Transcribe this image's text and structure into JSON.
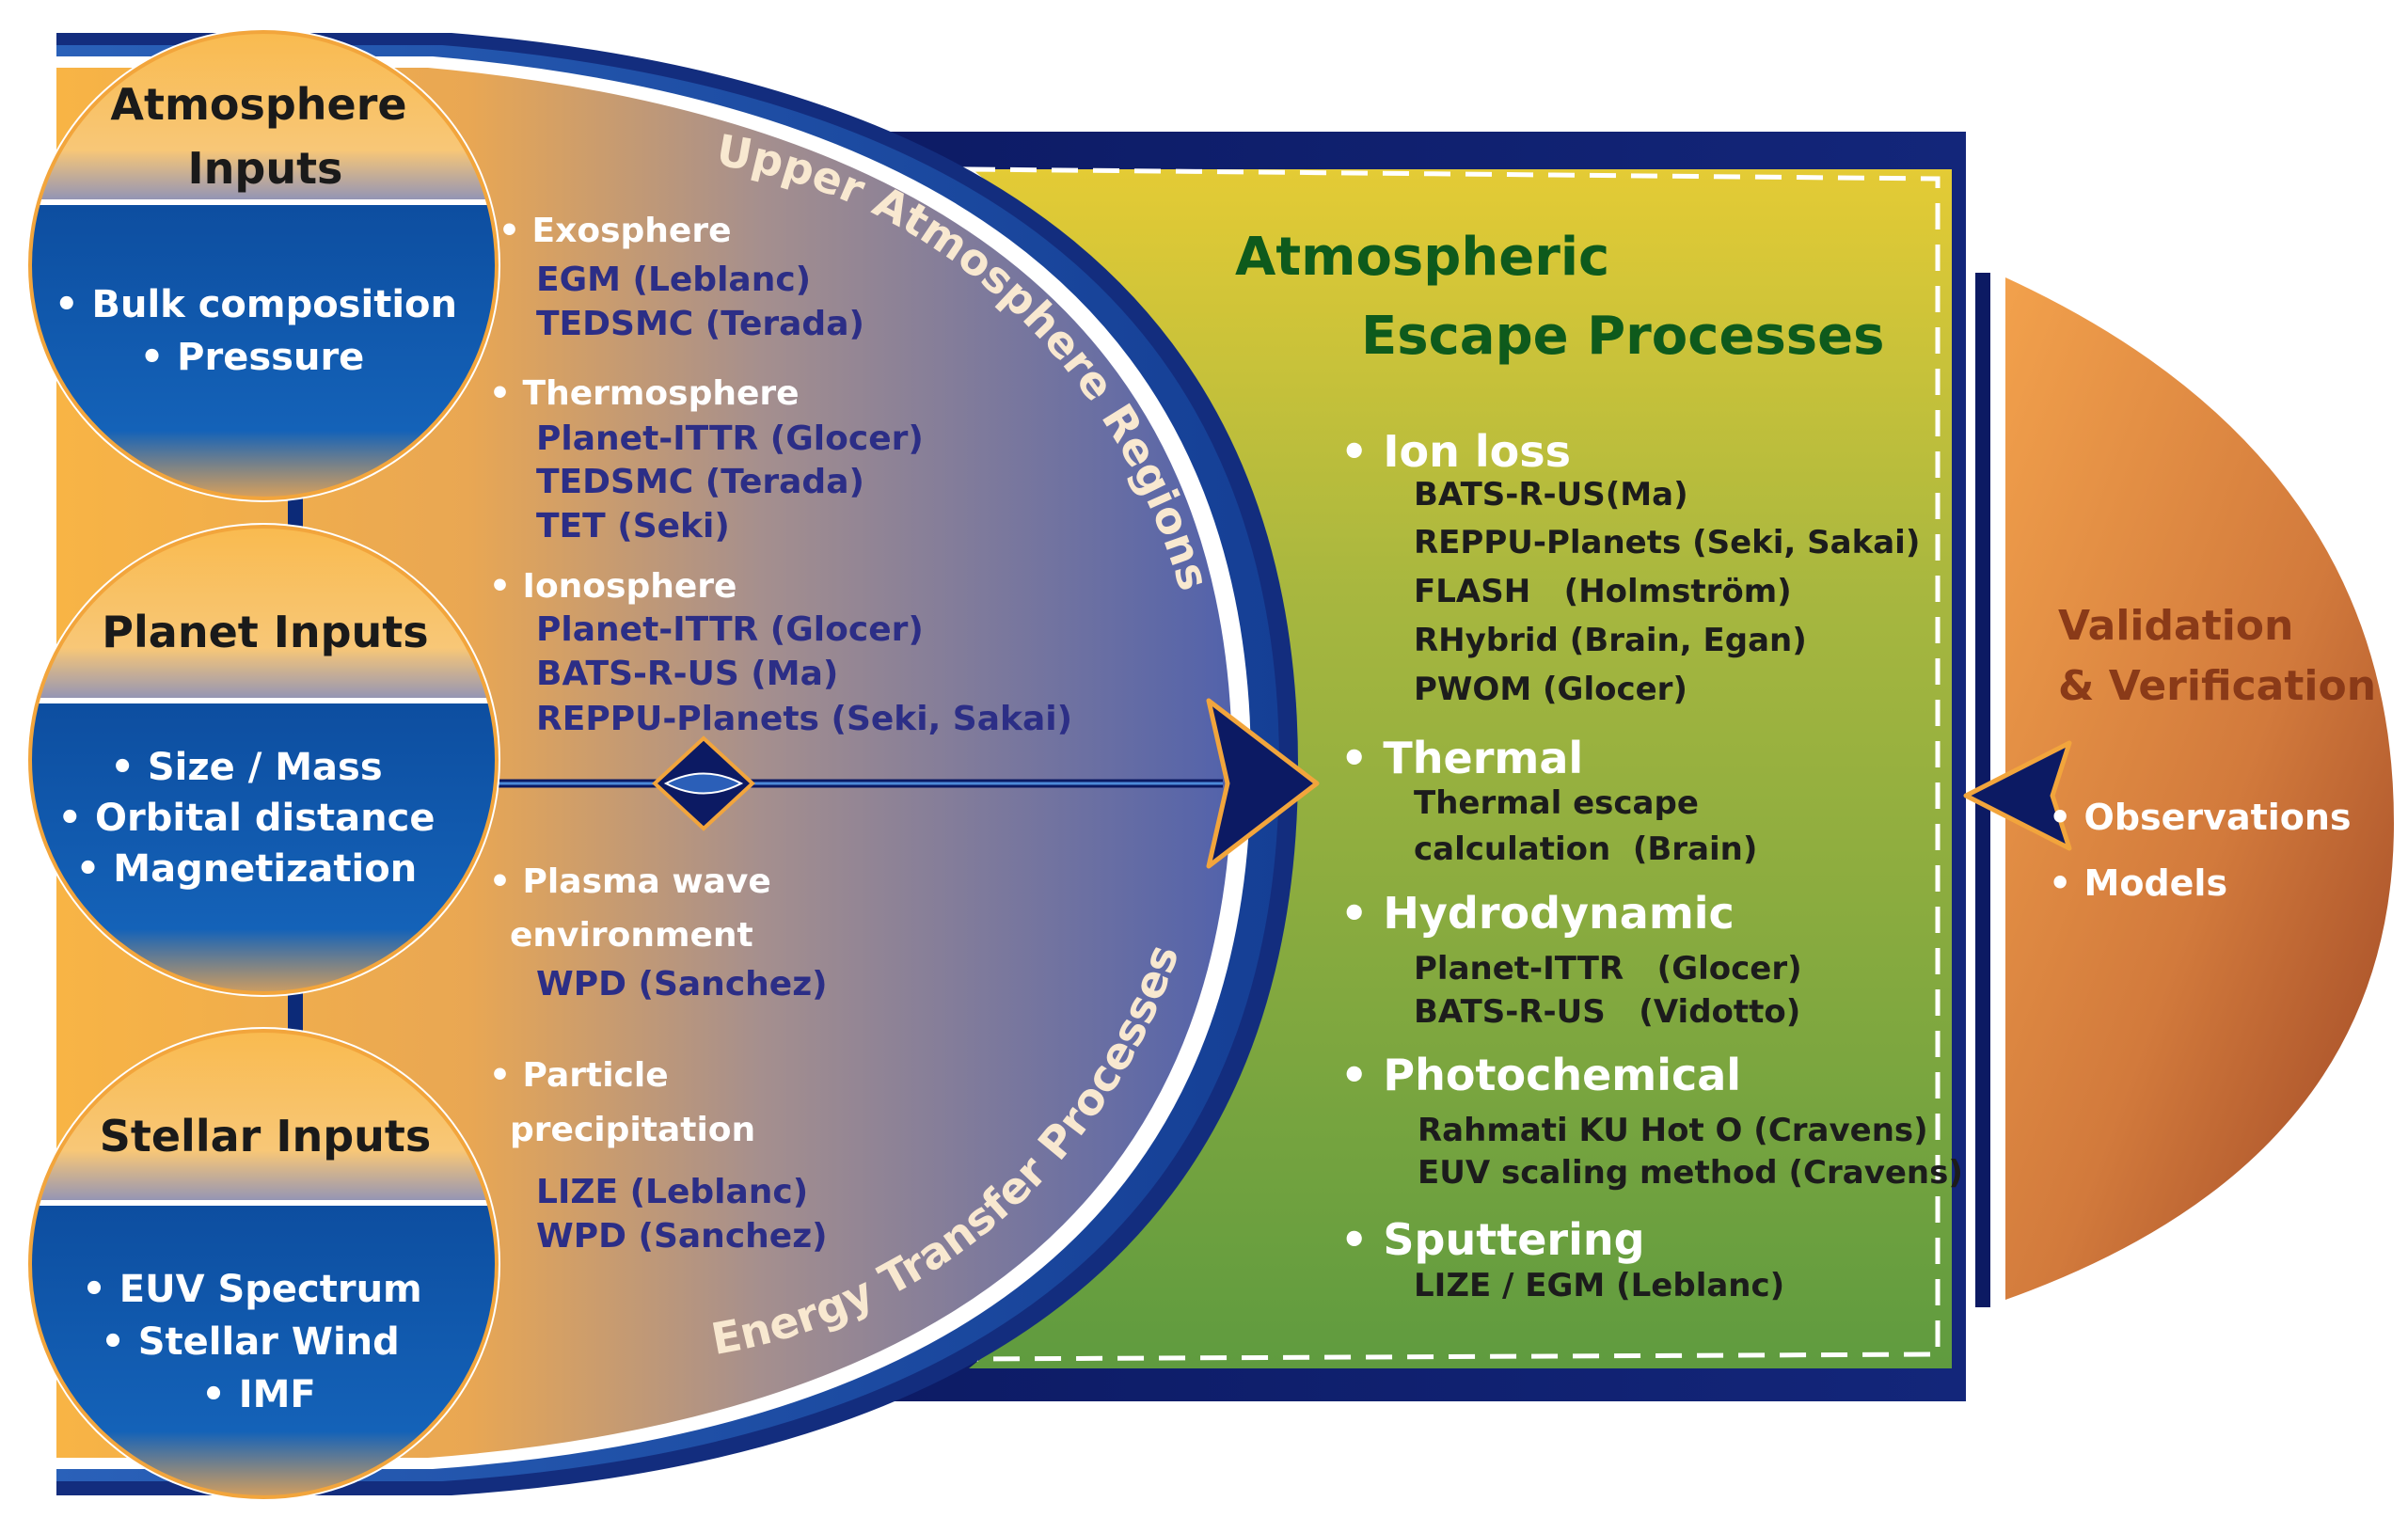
{
  "colors": {
    "navy": "#0c1a63",
    "orange": "#f2a53c",
    "circle_blue": "#0d53a6",
    "green_dark": "#5a9a3e",
    "yellow": "#dfc93a",
    "title_green": "#0e5a1c",
    "validation_brown": "#9a3d1c",
    "model_blue": "#2c2e86"
  },
  "inputs": {
    "atmosphere": {
      "title_line1": "Atmosphere",
      "title_line2": "Inputs",
      "items": [
        "• Bulk composition",
        "• Pressure"
      ]
    },
    "planet": {
      "title": "Planet Inputs",
      "items": [
        "• Size / Mass",
        "• Orbital distance",
        "• Magnetization"
      ]
    },
    "stellar": {
      "title": "Stellar Inputs",
      "items": [
        "• EUV Spectrum",
        "• Stellar Wind",
        "• IMF"
      ]
    }
  },
  "regions": {
    "upper_label": "Upper Atmosphere Regions",
    "lower_label": "Energy Transfer Processes",
    "exosphere": {
      "heading": "Exosphere",
      "models": [
        "EGM (Leblanc)",
        "TEDSMC (Terada)"
      ]
    },
    "thermosphere": {
      "heading": "Thermosphere",
      "models": [
        "Planet-ITTR (Glocer)",
        "TEDSMC (Terada)",
        "TET (Seki)"
      ]
    },
    "ionosphere": {
      "heading": "Ionosphere",
      "models": [
        "Planet-ITTR (Glocer)",
        "BATS-R-US (Ma)",
        "REPPU-Planets (Seki, Sakai)"
      ]
    },
    "plasma_wave": {
      "heading_line1": "Plasma wave",
      "heading_line2": "environment",
      "models": [
        "WPD (Sanchez)"
      ]
    },
    "particle": {
      "heading_line1": "Particle",
      "heading_line2": "precipitation",
      "models": [
        "LIZE (Leblanc)",
        "WPD (Sanchez)"
      ]
    }
  },
  "escape": {
    "title_line1": "Atmospheric",
    "title_line2": "Escape Processes",
    "ion_loss": {
      "heading": "Ion loss",
      "models": [
        "BATS-R-US(Ma)",
        "REPPU-Planets (Seki, Sakai)",
        "FLASH   (Holmström)",
        "RHybrid (Brain, Egan)",
        "PWOM (Glocer)"
      ]
    },
    "thermal": {
      "heading": "Thermal",
      "models": [
        "Thermal escape",
        "calculation  (Brain)"
      ]
    },
    "hydrodynamic": {
      "heading": "Hydrodynamic",
      "models": [
        "Planet-ITTR   (Glocer)",
        "BATS-R-US   (Vidotto)"
      ]
    },
    "photochemical": {
      "heading": "Photochemical",
      "models": [
        "Rahmati KU Hot O (Cravens)",
        "EUV scaling method (Cravens)"
      ]
    },
    "sputtering": {
      "heading": "Sputtering",
      "models": [
        "LIZE / EGM (Leblanc)"
      ]
    }
  },
  "validation": {
    "title_line1": "Validation",
    "title_line2": "& Verification",
    "items": [
      "Observations",
      "Models"
    ]
  }
}
